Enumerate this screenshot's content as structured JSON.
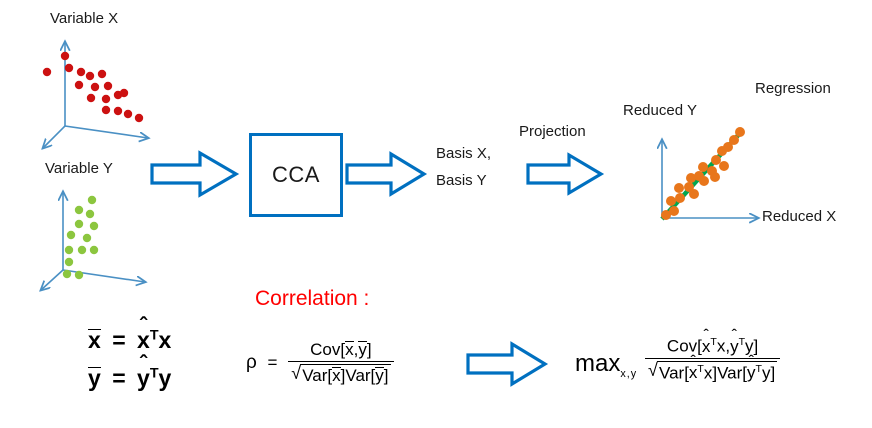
{
  "diagram": {
    "title_hidden": "",
    "labels": {
      "variable_x": "Variable X",
      "variable_y": "Variable Y",
      "cca": "CCA",
      "basis_line1": "Basis X,",
      "basis_line2": "Basis Y",
      "projection": "Projection",
      "reduced_y": "Reduced Y",
      "reduced_x": "Reduced X",
      "regression": "Regression",
      "correlation": "Correlation :"
    },
    "colors": {
      "axis_blue": "#4a90c4",
      "arrow_blue": "#0070c0",
      "box_blue": "#0070c0",
      "dot_red": "#cc1111",
      "dot_green": "#8cc63f",
      "dot_orange": "#e8761b",
      "regression_green": "#00a650",
      "text_black": "#1a1a1a",
      "text_red": "#ff0000",
      "background": "#ffffff"
    },
    "equations": {
      "xbar": {
        "lhs": "x",
        "rhs_hat": "x",
        "rhs_sup": "T",
        "rhs_var": "x"
      },
      "ybar": {
        "lhs": "y",
        "rhs_hat": "y",
        "rhs_sup": "T",
        "rhs_var": "y"
      },
      "rho_symbol": "ρ",
      "equals": "=",
      "cov_label": "Cov",
      "var_label": "Var",
      "max_label": "max",
      "max_subscript": "x,y",
      "left_numerator": "Cov[x̄,ȳ]",
      "left_denominator": "√Var[x̄]Var[ȳ]",
      "right_numerator": "Cov[x̂ᵀx,ŷᵀy]",
      "right_denominator": "√Var[x̂ᵀx]Var[ŷᵀy]"
    }
  },
  "chart_data": [
    {
      "type": "scatter",
      "title": "Variable X",
      "xlabel": "",
      "ylabel": "",
      "grid": false,
      "projection": "3d-axes",
      "points": [
        [
          10,
          82
        ],
        [
          2,
          66
        ],
        [
          17,
          69
        ],
        [
          26,
          65
        ],
        [
          33,
          60
        ],
        [
          45,
          62
        ],
        [
          25,
          52
        ],
        [
          39,
          50
        ],
        [
          52,
          50
        ],
        [
          34,
          38
        ],
        [
          49,
          37
        ],
        [
          60,
          40
        ],
        [
          66,
          42
        ],
        [
          50,
          27
        ],
        [
          62,
          25
        ],
        [
          72,
          22
        ],
        [
          84,
          18
        ]
      ]
    },
    {
      "type": "scatter",
      "title": "Variable Y",
      "xlabel": "",
      "ylabel": "",
      "grid": false,
      "projection": "3d-axes",
      "points": [
        [
          52,
          88
        ],
        [
          36,
          76
        ],
        [
          49,
          72
        ],
        [
          36,
          60
        ],
        [
          54,
          58
        ],
        [
          26,
          48
        ],
        [
          46,
          44
        ],
        [
          24,
          31
        ],
        [
          39,
          31
        ],
        [
          53,
          31
        ],
        [
          24,
          17
        ],
        [
          22,
          6
        ],
        [
          34,
          5
        ]
      ]
    },
    {
      "type": "scatter",
      "title": "Reduced space with regression line",
      "xlabel": "Reduced X",
      "ylabel": "Reduced Y",
      "grid": false,
      "legend": [
        "Regression"
      ],
      "regression_line": {
        "x": [
          4,
          96
        ],
        "y": [
          2,
          97
        ],
        "color": "#00a650"
      },
      "points": [
        [
          7,
          6
        ],
        [
          16,
          9
        ],
        [
          13,
          20
        ],
        [
          22,
          23
        ],
        [
          21,
          34
        ],
        [
          31,
          35
        ],
        [
          37,
          28
        ],
        [
          33,
          45
        ],
        [
          41,
          47
        ],
        [
          47,
          42
        ],
        [
          45,
          57
        ],
        [
          55,
          52
        ],
        [
          58,
          46
        ],
        [
          60,
          65
        ],
        [
          68,
          58
        ],
        [
          66,
          74
        ],
        [
          73,
          78
        ],
        [
          80,
          85
        ],
        [
          88,
          93
        ],
        [
          92,
          97
        ]
      ]
    }
  ]
}
